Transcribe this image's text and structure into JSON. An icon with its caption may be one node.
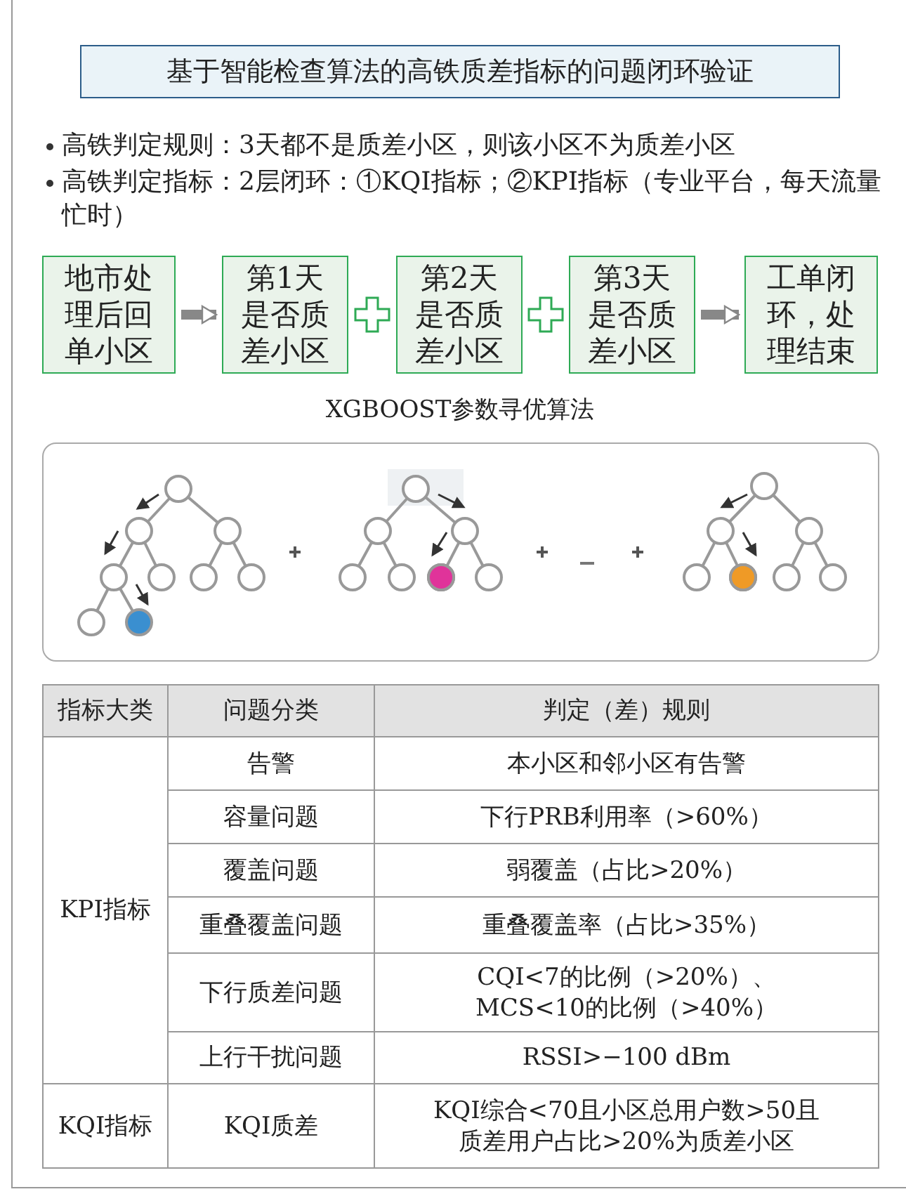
{
  "diagram": {
    "title": "基于智能检查算法的高铁质差指标的问题闭环验证",
    "nodes": [
      {
        "text": [
          "地市处理后回单小区"
        ]
      },
      {
        "text": [
          "第1天是否质差小区"
        ]
      },
      {
        "text": [
          "第2天是否质差小区"
        ]
      },
      {
        "text": [
          "第3天是否质差小区"
        ]
      },
      {
        "text": [
          "工单闭环，处理结束"
        ]
      }
    ],
    "edges": [
      {
        "from": 0,
        "to": 1,
        "arrow": "to"
      },
      {
        "from": 3,
        "to": 4,
        "arrow": "to"
      }
    ],
    "labels": [
      "高铁判定规则：3天都不是质差小区，则该小区不为质差小区",
      "高铁判定指标：2层闭环：①KQI指标；②KPI指标（专业平台，每天流量忙时）",
      "XGBOOST参数寻优算法",
      "指标大类",
      "问题分类",
      "判定（差）规则",
      "KPI指标",
      "告警",
      "本小区和邻小区有告警",
      "容量问题",
      "下行PRB利用率（>60%）",
      "覆盖问题",
      "弱覆盖（占比>20%）",
      "重叠覆盖问题",
      "重叠覆盖率（占比>35%）",
      "下行质差问题",
      "CQI<7的比例（>20%）、MCS<10的比例（>40%）",
      "上行干扰问题",
      "RSSI>−100 dBm",
      "KQI指标",
      "KQI质差",
      "KQI综合<70且小区总用户数>50且质差用户占比>20%为质差小区"
    ]
  }
}
